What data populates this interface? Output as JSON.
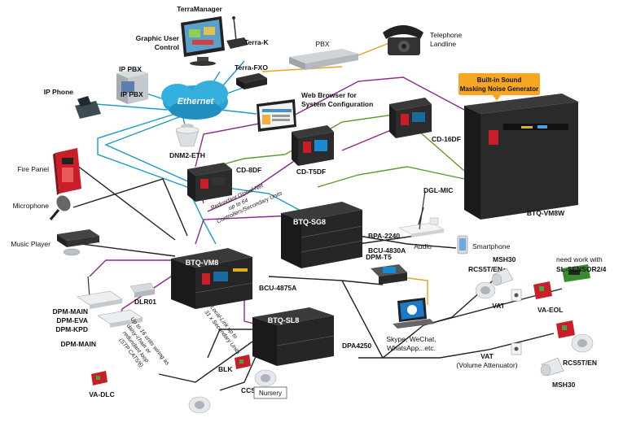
{
  "colors": {
    "ethernet": "#1a9bc6",
    "purple": "#8b2a8b",
    "green": "#5a9a2a",
    "black": "#222222",
    "orange": "#e8a020",
    "red": "#c81e2a",
    "rack": "#2a2a2a"
  },
  "cloud": {
    "label": "Ethernet"
  },
  "callout": {
    "line1": "Built-in Sound",
    "line2": "Masking Noise Generator"
  },
  "labels": {
    "terramanager": "TerraManager",
    "gui": "Graphic User",
    "gui2": "Control",
    "terrak": "Terra-K",
    "pbx": "PBX",
    "telephone": "Telephone",
    "landline": "Landline",
    "ippbx": "IP PBX",
    "ippbx_box": "IP PBX",
    "ipphone": "IP Phone",
    "terrafxo": "Terra-FXO",
    "webbrowser": "Web Browser for",
    "webbrowser2": "System Configuration",
    "dnm2": "DNM2-ETH",
    "cd16df": "CD-16DF",
    "cdt5df": "CD-T5DF",
    "cd8df": "CD-8DF",
    "btqvm8w": "BTQ-VM8W",
    "firepanel": "Fire Panel",
    "microphone": "Microphone",
    "musicplayer": "Music Player",
    "dglmic": "DGL-MIC",
    "btqsg8": "BTQ-SG8",
    "bpa2240": "BPA-2240",
    "bcu4830a": "BCU-4830A",
    "audio": "Audio",
    "smartphone": "Smartphone",
    "btqvm8": "BTQ-VM8",
    "bcu4875a": "BCU-4875A",
    "dpmt5": "DPM-T5",
    "rcs5t_en_top": "RCS5T/EN",
    "msh30_top": "MSH30",
    "needwork": "need work with",
    "slsensor": "SL-SENSOR2/4",
    "vat_top": "VAT",
    "vaeol": "VA-EOL",
    "dpmmain": "DPM-MAIN",
    "dpmeva": "DPM-EVA",
    "dpmkpd": "DPM-KPD",
    "dpmmain2": "DPM-MAIN",
    "dlr01": "DLR01",
    "btqsl8": "BTQ-SL8",
    "dpa4250": "DPA4250",
    "skype": "Skype, WeChat,",
    "skype2": "WhatsApp...etc.",
    "vat_bottom": "VAT",
    "vat_bottom2": "(Volume Attenuator)",
    "rcs5t_en_bottom": "RCS5T/EN",
    "msh30_bottom": "MSH30",
    "blk": "BLK",
    "ccs4": "CCS4",
    "nursery": "Nursery",
    "vadlc": "VA-DLC"
  },
  "notes": {
    "globalnet1": "Redundant Global-Net",
    "globalnet2": "up to 64",
    "globalnet3": "Controllers/Secondary Units",
    "locallink1": "Local-Link up to",
    "locallink2": "31 x Secondary Units",
    "daisy1": "Up to 16 units wiring as",
    "daisy2": "daisy-chain or",
    "daisy3": "redundant loop",
    "daisy4": "(STP CAT5/6)"
  }
}
